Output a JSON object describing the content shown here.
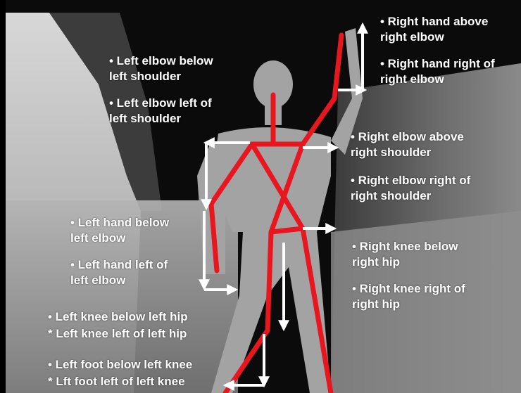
{
  "captions": {
    "right_hand_above": "• Right hand above\nright elbow",
    "right_hand_right": "• Right hand right of\nright elbow",
    "left_elbow_below": "• Left elbow below\nleft shoulder",
    "left_elbow_left": "• Left elbow left of\nleft shoulder",
    "right_elbow_above": "• Right elbow above\nright shoulder",
    "right_elbow_right": "• Right elbow right of\nright shoulder",
    "left_hand_below": "• Left hand below\nleft elbow",
    "left_hand_left": "• Left hand left of\nleft elbow",
    "right_knee_below": "• Right knee below\nright hip",
    "right_knee_right": "• Right knee right of\nright hip",
    "left_knee_below": "• Left knee below left hip",
    "left_knee_left": "* Left knee left of left hip",
    "left_foot_below": "• Left foot below left knee",
    "left_foot_left": "* Lft foot left of left knee"
  },
  "colors": {
    "skeleton": "#e8161e",
    "arrows": "#ffffff",
    "background": "#0a0a0a",
    "body": "#9c9c9c"
  }
}
